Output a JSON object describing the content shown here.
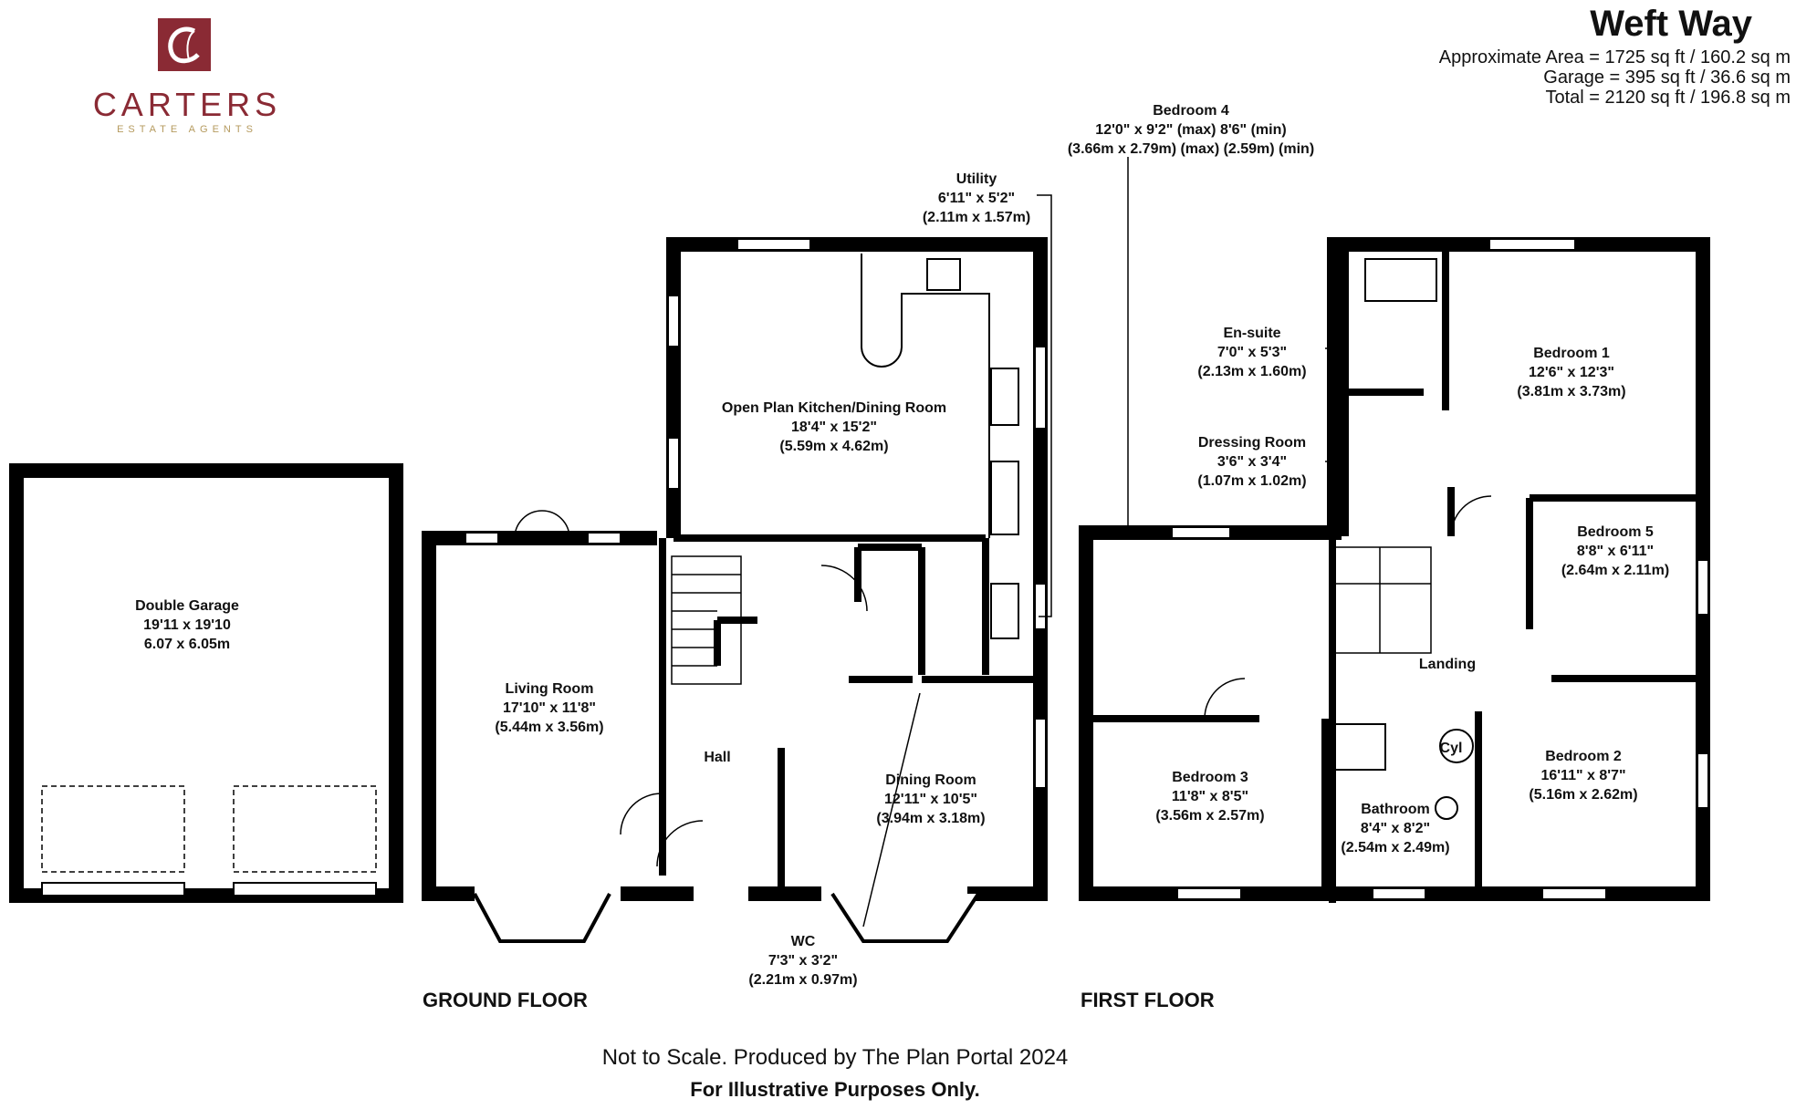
{
  "brand": {
    "initial": "C",
    "name": "CARTERS",
    "tagline": "ESTATE AGENTS",
    "accent": "#8a2a34",
    "gold": "#b59a5e"
  },
  "property": {
    "title": "Weft Way",
    "areas": [
      "Approximate Area = 1725 sq ft / 160.2  sq m",
      "Garage = 395 sq ft / 36.6  sq m",
      "Total = 2120 sq ft / 196.8  sq m"
    ]
  },
  "rooms": {
    "garage": [
      "Double Garage",
      "19'11 x 19'10",
      "6.07 x 6.05m"
    ],
    "living": [
      "Living Room",
      "17'10\" x 11'8\"",
      "(5.44m x 3.56m)"
    ],
    "kitchen": [
      "Open Plan Kitchen/Dining Room",
      "18'4\" x 15'2\"",
      "(5.59m x 4.62m)"
    ],
    "utility": [
      "Utility",
      "6'11\" x 5'2\"",
      "(2.11m x 1.57m)"
    ],
    "hall": [
      "Hall"
    ],
    "dining": [
      "Dining Room",
      "12'11\" x 10'5\"",
      "(3.94m x 3.18m)"
    ],
    "wc": [
      "WC",
      "7'3\" x 3'2\"",
      "(2.21m x 0.97m)"
    ],
    "bed4": [
      "Bedroom 4",
      "12'0\" x 9'2\" (max) 8'6\" (min)",
      "(3.66m x 2.79m) (max) (2.59m) (min)"
    ],
    "ensuite": [
      "En-suite",
      "7'0\" x 5'3\"",
      "(2.13m x 1.60m)"
    ],
    "dressing": [
      "Dressing Room",
      "3'6\" x 3'4\"",
      "(1.07m x 1.02m)"
    ],
    "bed1": [
      "Bedroom 1",
      "12'6\" x 12'3\"",
      "(3.81m x 3.73m)"
    ],
    "bed5": [
      "Bedroom 5",
      "8'8\" x 6'11\"",
      "(2.64m x 2.11m)"
    ],
    "landing": [
      "Landing"
    ],
    "cyl": [
      "Cyl"
    ],
    "bed3": [
      "Bedroom 3",
      "11'8\" x 8'5\"",
      "(3.56m x 2.57m)"
    ],
    "bathroom": [
      "Bathroom",
      "8'4\" x 8'2\"",
      "(2.54m x 2.49m)"
    ],
    "bed2": [
      "Bedroom 2",
      "16'11\" x 8'7\"",
      "(5.16m x 2.62m)"
    ]
  },
  "floors": {
    "ground": "GROUND FLOOR",
    "first": "FIRST FLOOR"
  },
  "footer": {
    "line1": "Not to Scale. Produced by The Plan Portal 2024",
    "line2": "For Illustrative Purposes Only."
  }
}
